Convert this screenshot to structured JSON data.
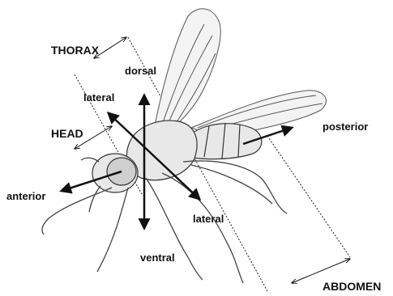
{
  "diagram": {
    "labels": {
      "thorax": "THORAX",
      "dorsal": "dorsal",
      "lateral_upper": "lateral",
      "head": "HEAD",
      "anterior": "anterior",
      "posterior": "posterior",
      "lateral_lower": "lateral",
      "ventral": "ventral",
      "abdomen": "ABDOMEN"
    },
    "colors": {
      "ink": "#111111",
      "sketch": "#444444",
      "wing": "#b8b8b8",
      "background": "#ffffff"
    }
  }
}
